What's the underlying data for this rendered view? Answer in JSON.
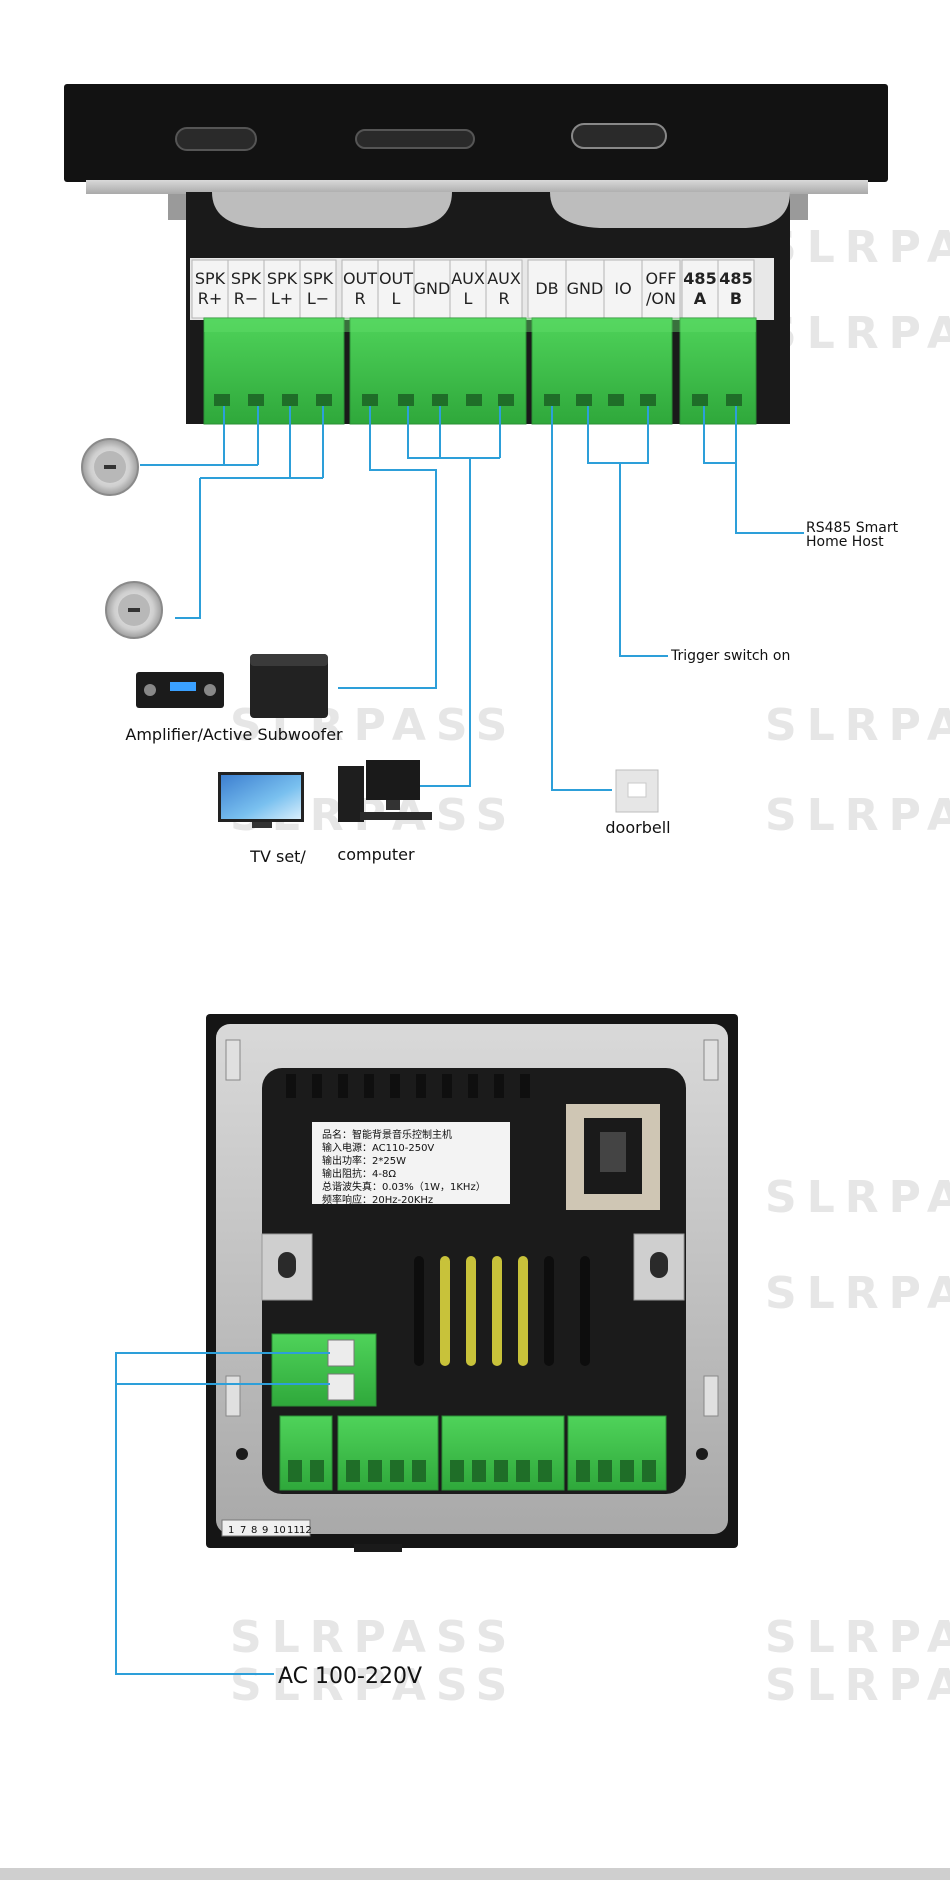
{
  "watermark": {
    "text": "SLRPASS"
  },
  "panel_top": {
    "terminal_labels": [
      {
        "line1": "SPK",
        "line2": "R+"
      },
      {
        "line1": "SPK",
        "line2": "R−"
      },
      {
        "line1": "SPK",
        "line2": "L+"
      },
      {
        "line1": "SPK",
        "line2": "L−"
      },
      {
        "line1": "OUT",
        "line2": "R"
      },
      {
        "line1": "OUT",
        "line2": "L"
      },
      {
        "line1": "GND",
        "line2": ""
      },
      {
        "line1": "AUX",
        "line2": "L"
      },
      {
        "line1": "AUX",
        "line2": "R"
      },
      {
        "line1": "DB",
        "line2": ""
      },
      {
        "line1": "GND",
        "line2": ""
      },
      {
        "line1": "IO",
        "line2": ""
      },
      {
        "line1": "OFF",
        "line2": "/ON"
      },
      {
        "line1": "485",
        "line2": "A"
      },
      {
        "line1": "485",
        "line2": "B"
      }
    ]
  },
  "callouts": {
    "amplifier": "Amplifier/Active Subwoofer",
    "tv": "TV set/",
    "computer": "computer",
    "doorbell": "doorbell",
    "trigger": "Trigger switch on",
    "rs485_line1": "RS485 Smart",
    "rs485_line2": "Home Host"
  },
  "panel_bottom": {
    "spec_label": [
      "品名：智能背景音乐控制主机",
      "输入电源：AC110-250V",
      "输出功率：2*25W",
      "输出阻抗：4-8Ω",
      "总谐波失真：0.03%（1W，1KHz）",
      "频率响应：20Hz-20KHz"
    ],
    "pin_numbers": [
      "1",
      "7",
      "8",
      "9",
      "10",
      "11",
      "12"
    ]
  },
  "power": {
    "label": "AC 100-220V"
  },
  "colors": {
    "wire": "#2d9fd9",
    "terminal_green": "#3dbf4a",
    "chassis_black": "#161616",
    "aluminum": "#c8c8c8"
  }
}
